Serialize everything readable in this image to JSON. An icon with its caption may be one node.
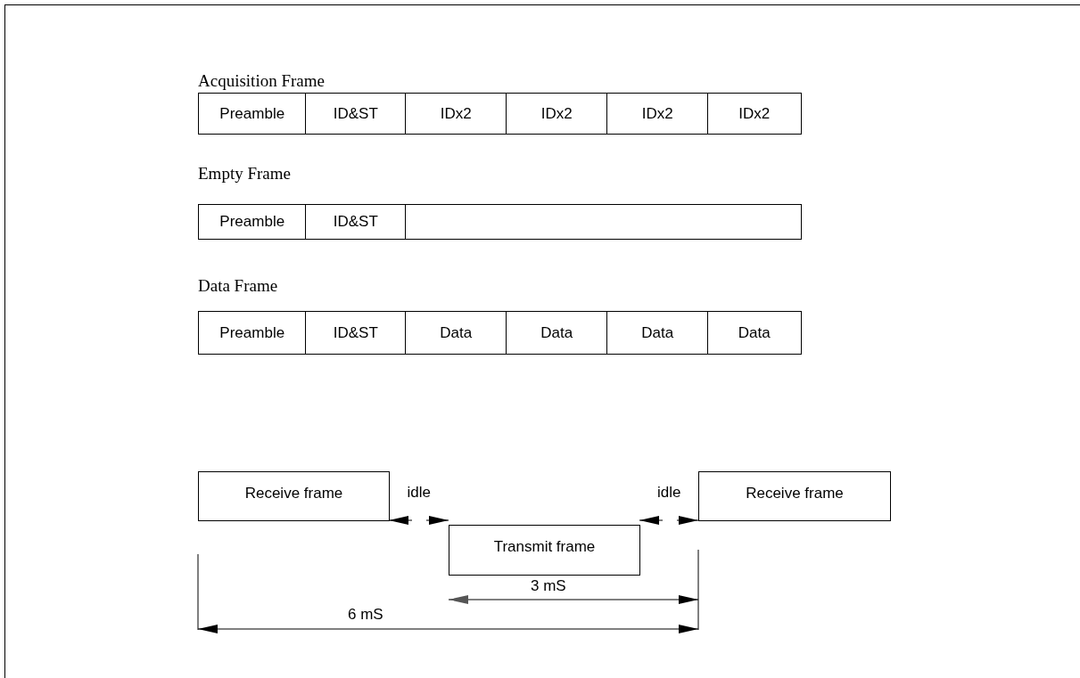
{
  "diagram": {
    "nodes": [
      {
        "text": [
          "Preamble"
        ]
      },
      {
        "text": [
          "ID&ST"
        ]
      },
      {
        "text": [
          "IDx2"
        ]
      },
      {
        "text": [
          "IDx2"
        ]
      },
      {
        "text": [
          "IDx2"
        ]
      },
      {
        "text": [
          "IDx2"
        ]
      },
      {
        "text": [
          "Preamble"
        ]
      },
      {
        "text": [
          "ID&ST"
        ]
      },
      {
        "text": [],
        "shape": "box"
      },
      {
        "text": [
          "Preamble"
        ]
      },
      {
        "text": [
          "ID&ST"
        ]
      },
      {
        "text": [
          "Data"
        ]
      },
      {
        "text": [
          "Data"
        ]
      },
      {
        "text": [
          "Data"
        ]
      },
      {
        "text": [
          "Data"
        ]
      },
      {
        "text": [
          "Receive frame"
        ]
      },
      {
        "text": [
          "Receive frame"
        ]
      },
      {
        "text": [
          "Transmit frame"
        ]
      }
    ],
    "edges": [
      {
        "from": 15,
        "to": 17,
        "arrow": "both",
        "style": "dashed",
        "label": "idle"
      },
      {
        "from": 17,
        "to": 16,
        "arrow": "both",
        "style": "dashed",
        "label": "idle"
      }
    ],
    "labels": [
      "Acquisition Frame",
      "Empty Frame",
      "Data Frame",
      "3 mS",
      "6 mS"
    ]
  }
}
